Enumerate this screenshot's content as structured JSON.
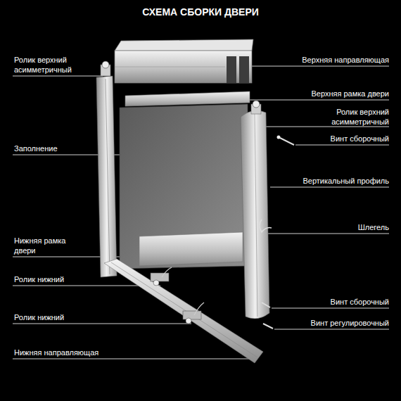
{
  "diagram": {
    "title": "СХЕМА СБОРКИ ДВЕРИ",
    "labels": [
      "Ролик верхний асимметричный",
      "Верхняя направляющая",
      "Верхняя рамка двери",
      "Ролик верхний асимметричный",
      "Винт сборочный",
      "Заполнение",
      "Вертикальный профиль",
      "Шлегель",
      "Нижняя рамка двери",
      "Ролик нижний",
      "Винт сборочный",
      "Ролик нижний",
      "Винт регулировочный",
      "Нижняя направляющая"
    ]
  }
}
